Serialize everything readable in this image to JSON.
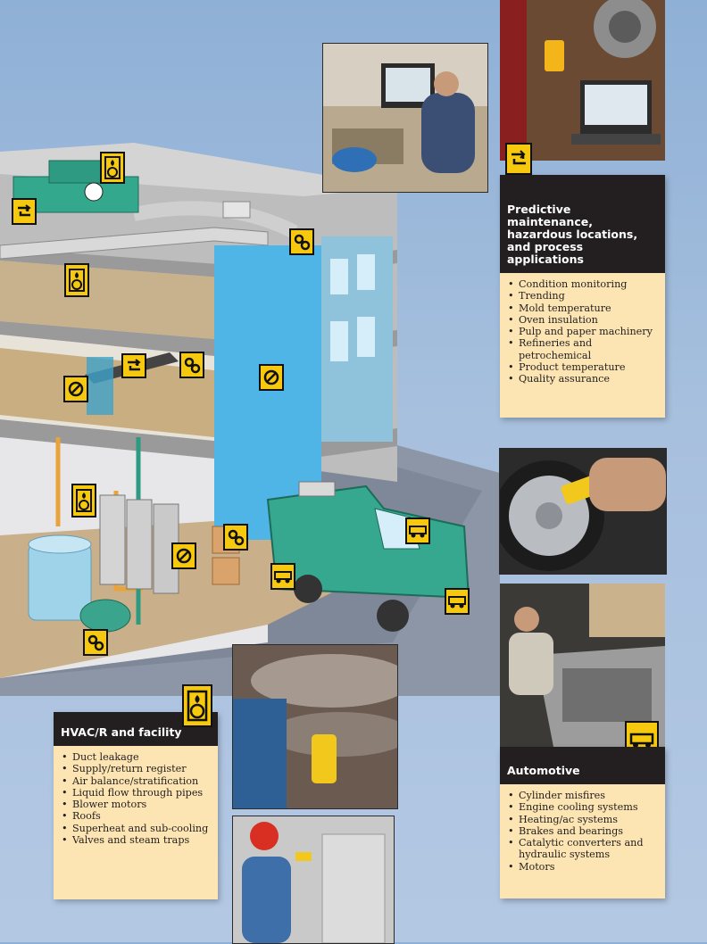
{
  "predictive": {
    "title": "Predictive maintenance, hazardous locations, and process applications",
    "items": [
      "Condition monitoring",
      "Trending",
      "Mold temperature",
      "Oven insulation",
      "Pulp and paper machinery",
      "Refineries and petrochemical",
      "Product temperature",
      "Quality assurance"
    ]
  },
  "hvac": {
    "title": "HVAC/R and facility",
    "items": [
      "Duct leakage",
      "Supply/return register",
      "Air balance/stratification",
      "Liquid flow through pipes",
      "Blower motors",
      "Roofs",
      "Superheat and sub-cooling",
      "Valves and steam traps"
    ]
  },
  "automotive": {
    "title": "Automotive",
    "items": [
      "Cylinder misfires",
      "Engine cooling systems",
      "Heating/ac systems",
      "Brakes and bearings",
      "Catalytic converters and hydraulic systems",
      "Motors"
    ]
  },
  "colors": {
    "panel_bg": "#fde5b3",
    "panel_head": "#231f20",
    "badge": "#f6c80e",
    "building_wall": "#c9c9c9",
    "equipment_teal": "#33a88d"
  },
  "icons": [
    "process-icon",
    "hvac-fan-icon",
    "gears-icon",
    "no-entry-icon",
    "truck-icon"
  ]
}
